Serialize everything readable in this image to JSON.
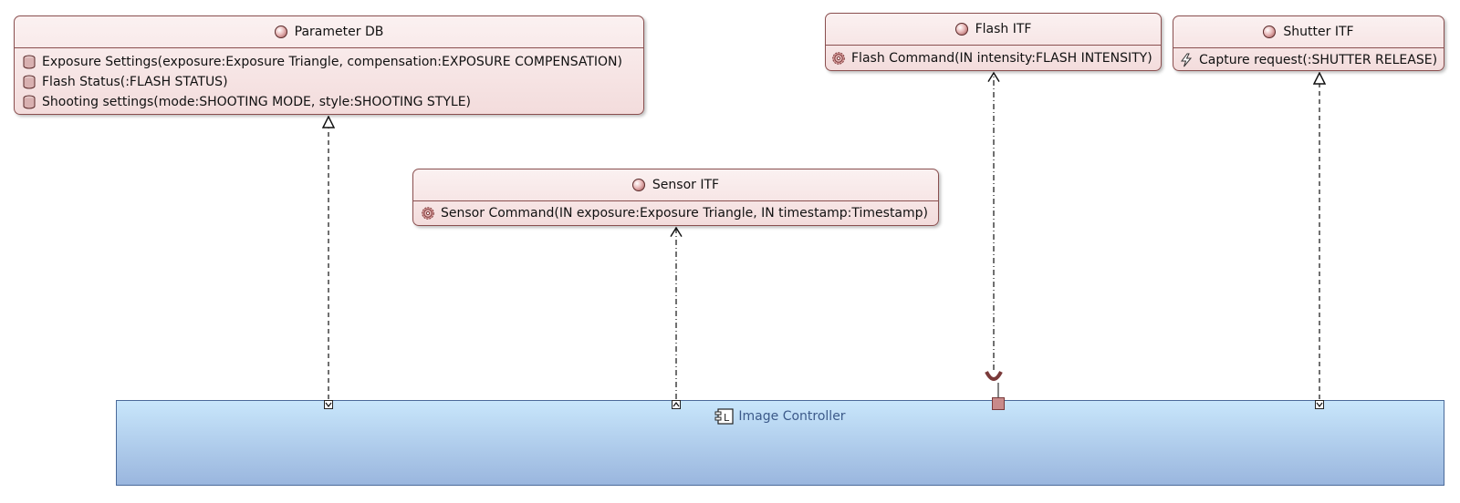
{
  "interfaces": {
    "parameter_db": {
      "name": "Parameter DB",
      "operations": [
        "Exposure Settings(exposure:Exposure Triangle, compensation:EXPOSURE COMPENSATION)",
        "Flash Status(:FLASH STATUS)",
        "Shooting settings(mode:SHOOTING MODE, style:SHOOTING STYLE)"
      ],
      "operation_icon": "database-icon"
    },
    "flash_itf": {
      "name": "Flash ITF",
      "operations": [
        "Flash Command(IN intensity:FLASH INTENSITY)"
      ],
      "operation_icon": "gear-icon"
    },
    "shutter_itf": {
      "name": "Shutter ITF",
      "operations": [
        "Capture request(:SHUTTER RELEASE)"
      ],
      "operation_icon": "lightning-icon"
    },
    "sensor_itf": {
      "name": "Sensor ITF",
      "operations": [
        "Sensor Command(IN exposure:Exposure Triangle, IN timestamp:Timestamp)"
      ],
      "operation_icon": "gear-icon"
    }
  },
  "component": {
    "name": "Image Controller",
    "icon": "component-icon"
  },
  "colors": {
    "interface_fill": "#f3dcdc",
    "interface_border": "#8a4f4f",
    "component_fill_top": "#c8e6fb",
    "component_fill_bottom": "#9ab6de",
    "component_text": "#3c5a8a"
  }
}
